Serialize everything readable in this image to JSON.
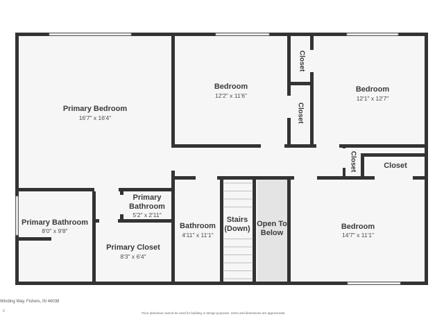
{
  "rooms": {
    "primary_bedroom": {
      "name": "Primary Bedroom",
      "dim": "16'7\" x 16'4\""
    },
    "bedroom_center": {
      "name": "Bedroom",
      "dim": "12'2\" x 11'6\""
    },
    "bedroom_right": {
      "name": "Bedroom",
      "dim": "12'1\" x 12'7\""
    },
    "closet_top": {
      "name": "Closet"
    },
    "closet_middle": {
      "name": "Closet"
    },
    "closet_hall": {
      "name": "Closet"
    },
    "closet_right": {
      "name": "Closet"
    },
    "primary_bathroom_small": {
      "name_line1": "Primary",
      "name_line2": "Bathroom",
      "dim": "5'2\" x 2'11\""
    },
    "primary_bathroom": {
      "name": "Primary Bathroom",
      "dim": "8'0\" x 9'8\""
    },
    "primary_closet": {
      "name": "Primary Closet",
      "dim": "8'3\" x 6'4\""
    },
    "bathroom": {
      "name": "Bathroom",
      "dim": "4'11\" x 11'1\""
    },
    "stairs": {
      "name_line1": "Stairs",
      "name_line2": "(Down)"
    },
    "open_to_below": {
      "name_line1": "Open To",
      "name_line2": "Below"
    },
    "bedroom_bottom": {
      "name": "Bedroom",
      "dim": "14'7\" x 11'1\""
    }
  },
  "footer": {
    "address": "Winding Way, Fishers, IN 46038",
    "disclaimer": "Floor plans/tour cannot be used for building or design purposes. Sizes and dimensions are approximate.",
    "page_mark": "2"
  },
  "colors": {
    "wall": "#333333",
    "floor": "#f6f6f6",
    "open_to_below": "#e4e4e4"
  }
}
